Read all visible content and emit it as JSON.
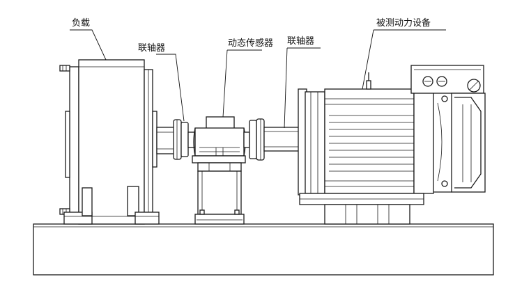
{
  "title": "测试台架结构示意图",
  "labels": {
    "load": "负载",
    "coupling_left": "联轴器",
    "sensor": "动态传感器",
    "coupling_right": "联轴器",
    "dut": "被测动力设备"
  },
  "colors": {
    "line": "#1a1a1a",
    "background": "#ffffff"
  }
}
